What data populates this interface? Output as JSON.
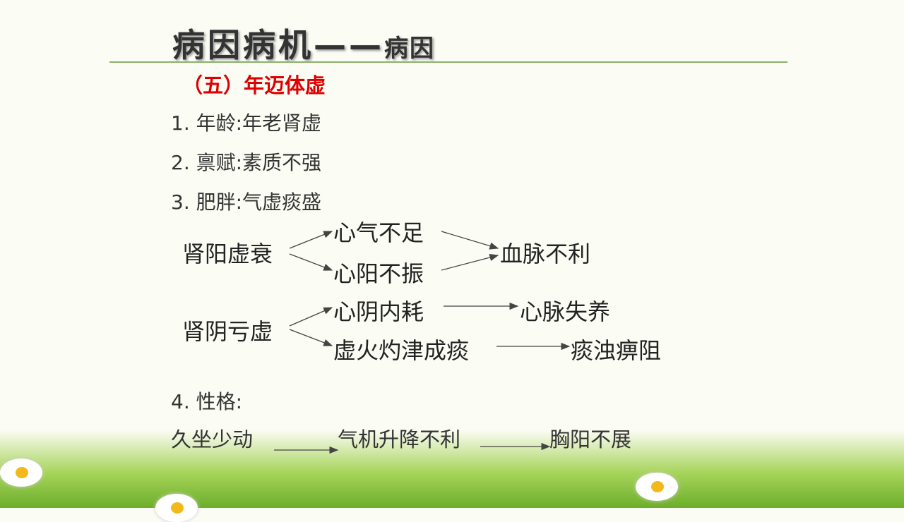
{
  "title": {
    "main": "病因病机",
    "dash": "——",
    "sub": "病因"
  },
  "section": "（五）年迈体虚",
  "items": [
    "1. 年龄:年老肾虚",
    "2. 禀赋:素质不强",
    "3. 肥胖:气虚痰盛",
    "4. 性格:"
  ],
  "diagram": {
    "yang": {
      "root": "肾阳虚衰",
      "a": "心气不足",
      "b": "心阳不振",
      "result": "血脉不利"
    },
    "yin": {
      "root": "肾阴亏虚",
      "a": "心阴内耗",
      "a_result": "心脉失养",
      "b": "虚火灼津成痰",
      "b_result": "痰浊痹阻"
    }
  },
  "personality": {
    "a": "久坐少动",
    "b": "气机升降不利",
    "c": "胸阳不展"
  }
}
